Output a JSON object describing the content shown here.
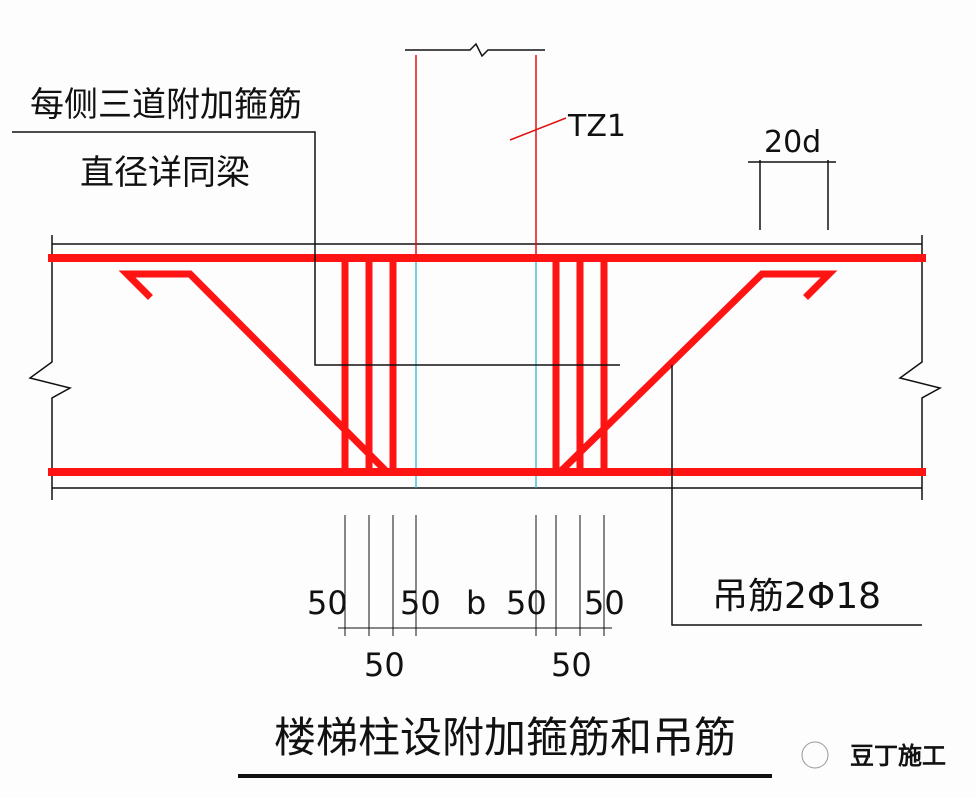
{
  "title": "楼梯柱设附加箍筋和吊筋",
  "labels": {
    "stirrup_note_line1": "每侧三道附加箍筋",
    "stirrup_note_line2": "直径详同梁",
    "column": "TZ1",
    "anchorage": "20d",
    "hanger": "吊筋2Φ18"
  },
  "dimensions": {
    "d1": "50",
    "d2": "50",
    "b": "b",
    "d3": "50",
    "d4": "50",
    "d5": "50",
    "d6": "50"
  },
  "watermark": "豆丁施工",
  "colors": {
    "rebar": "#ff1414",
    "column_axis": "#19b4c8",
    "line": "#111111"
  }
}
